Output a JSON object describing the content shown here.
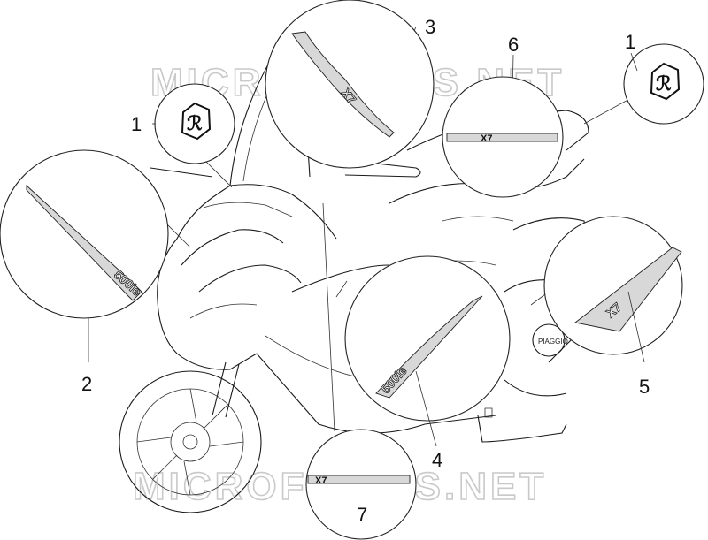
{
  "watermark": "MICROFICHES.NET",
  "callouts": {
    "c1_left": "1",
    "c1_right": "1",
    "c2": "2",
    "c3": "3",
    "c4": "4",
    "c5": "5",
    "c6": "6",
    "c7": "7"
  },
  "decals": {
    "displacement": "500ie",
    "model": "X7",
    "badge": "piaggio-logo",
    "engine_cover": "PIAGGIO"
  }
}
